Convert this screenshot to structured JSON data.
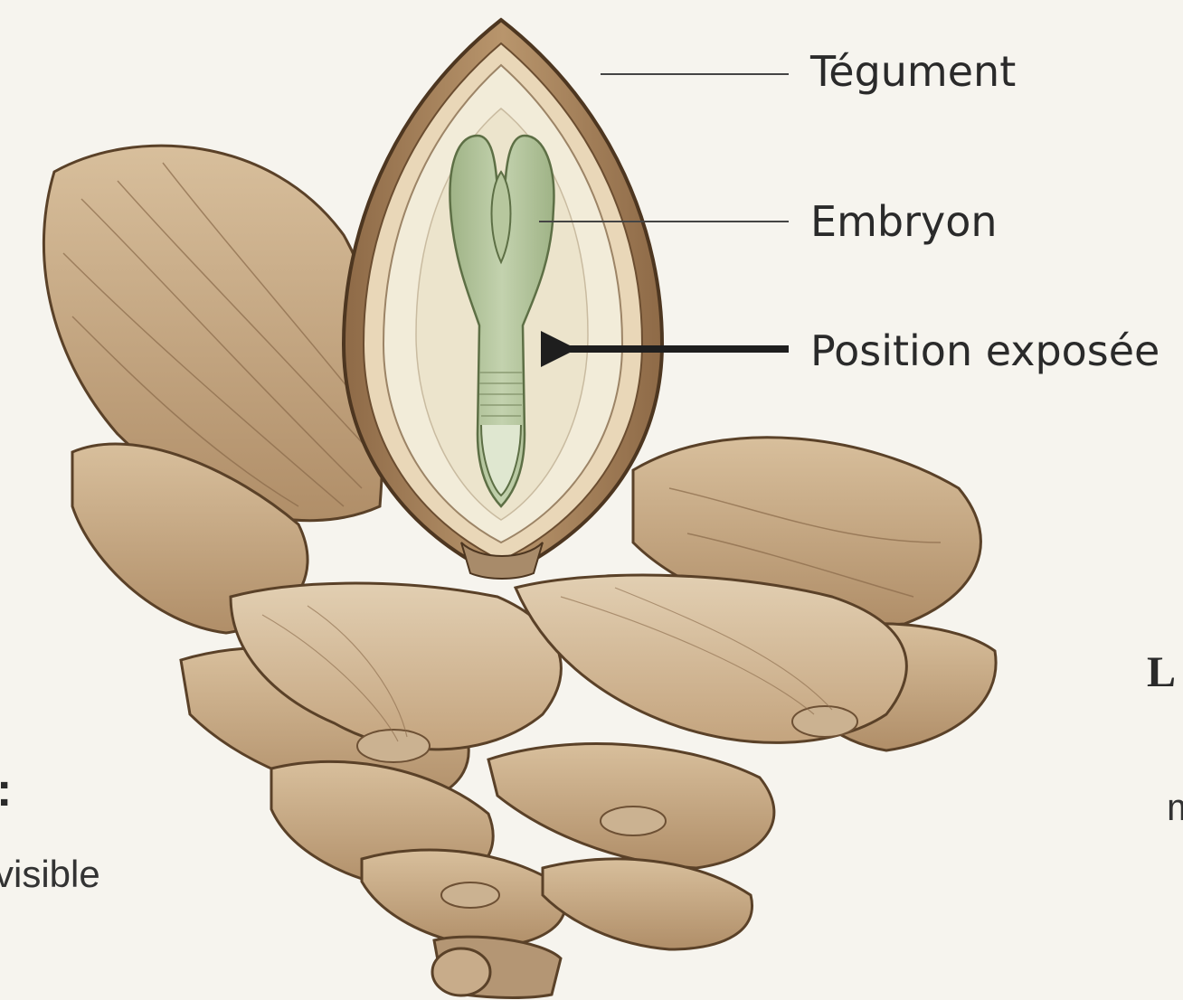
{
  "labels": {
    "tegument": "Tégument",
    "embryon": "Embryon",
    "position": "Position exposée"
  },
  "cut_text": {
    "right_heading": "L",
    "right_text": "m",
    "left_colon": ":",
    "left_text": "visible"
  },
  "colors": {
    "background": "#f6f4ee",
    "scale": "#c9ab86",
    "scale_dark": "#8f6b48",
    "seed_coat": "#a3805a",
    "endosperm": "#f2ecd9",
    "embryo": "#aebf95",
    "leader_line": "#444444"
  }
}
